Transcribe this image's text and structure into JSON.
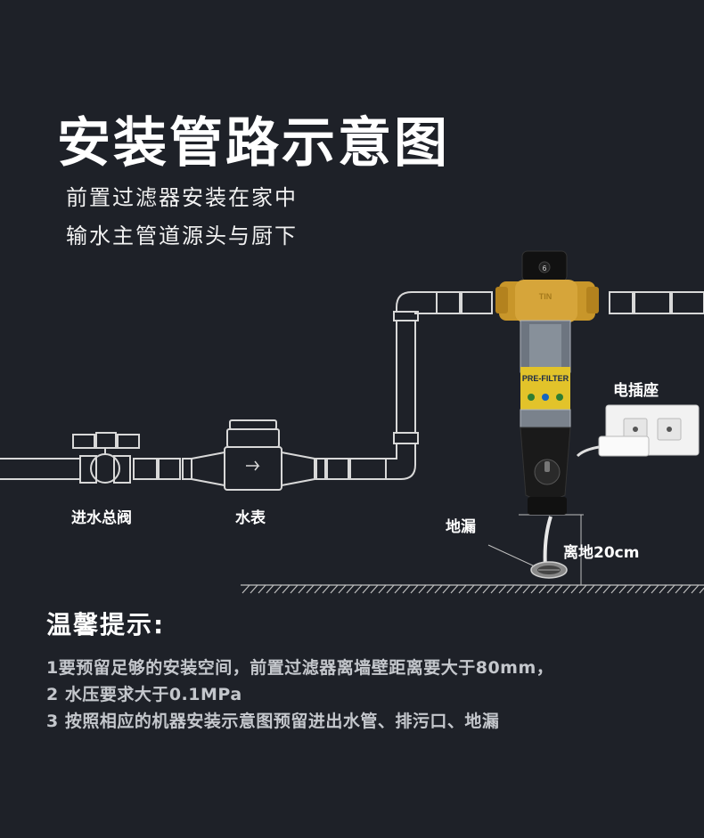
{
  "header": {
    "title": "安装管路示意图",
    "subtitle_line1": "前置过滤器安装在家中",
    "subtitle_line2": "输水主管道源头与厨下"
  },
  "diagram": {
    "labels": {
      "inlet_valve": "进水总阀",
      "water_meter": "水表",
      "socket": "电插座",
      "floor_drain": "地漏",
      "floor_distance": "离地20cm"
    },
    "filter_label": "PRE-FILTER",
    "filter_brand": "TIN",
    "filter_dial_number": "6",
    "colors": {
      "pipe": "#d8d8d8",
      "brass": "#c8962a",
      "label_yellow": "#e2c32a",
      "filter_body": "#1a1a1a"
    }
  },
  "tips": {
    "title": "温馨提示:",
    "items": [
      "1要预留足够的安装空间，前置过滤器离墙壁距离要大于80mm，",
      "2 水压要求大于0.1MPa",
      "3 按照相应的机器安装示意图预留进出水管、排污口、地漏"
    ]
  }
}
